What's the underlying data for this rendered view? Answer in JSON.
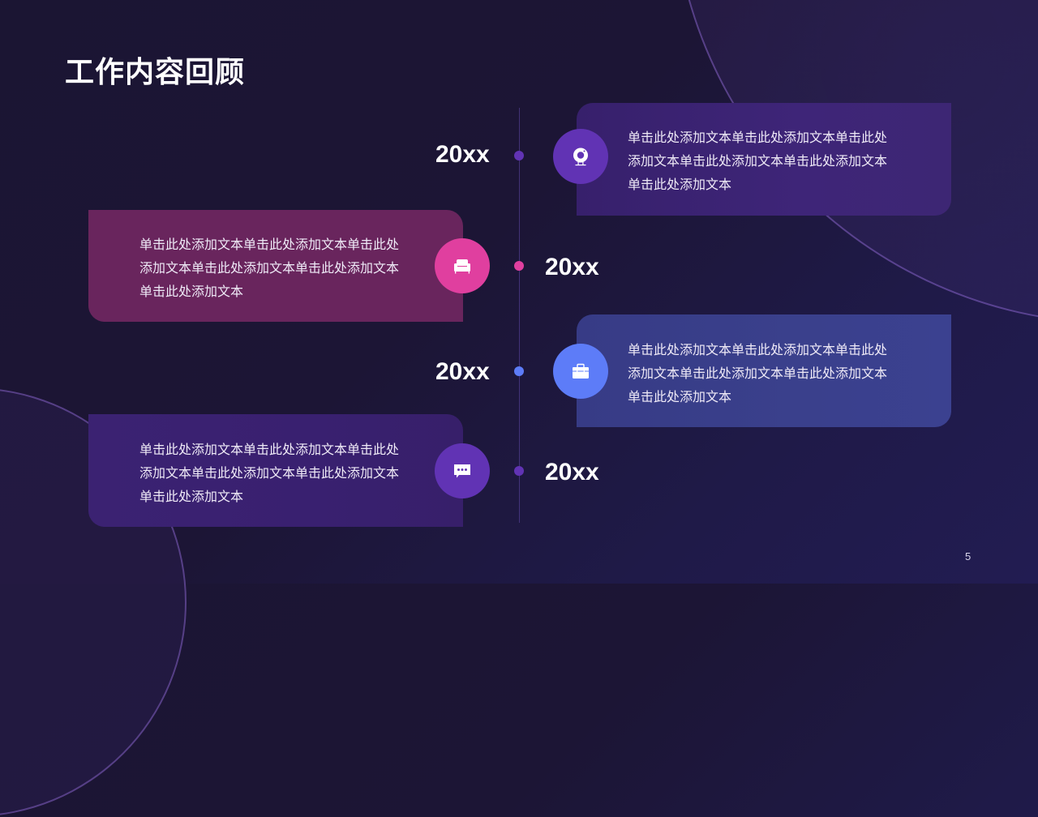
{
  "slide": {
    "title": "工作内容回顾",
    "page_number": "5"
  },
  "colors": {
    "background": "#1b1533",
    "timeline_line": "#3d2f78",
    "purple": "#6133b4",
    "pink": "#e03f9f",
    "blue": "#5d7cf8",
    "card_purple": "#3c2474",
    "card_magenta": "#69255d",
    "card_blue": "#3a408c",
    "card_violet": "#3a2170"
  },
  "timeline": [
    {
      "year": "20xx",
      "side": "right",
      "icon": "webcam-icon",
      "text": "单击此处添加文本单击此处添加文本单击此处添加文本单击此处添加文本单击此处添加文本单击此处添加文本"
    },
    {
      "year": "20xx",
      "side": "left",
      "icon": "sofa-icon",
      "text": "单击此处添加文本单击此处添加文本单击此处添加文本单击此处添加文本单击此处添加文本单击此处添加文本"
    },
    {
      "year": "20xx",
      "side": "right",
      "icon": "toolbox-icon",
      "text": "单击此处添加文本单击此处添加文本单击此处添加文本单击此处添加文本单击此处添加文本单击此处添加文本"
    },
    {
      "year": "20xx",
      "side": "left",
      "icon": "chat-bubble-icon",
      "text": "单击此处添加文本单击此处添加文本单击此处添加文本单击此处添加文本单击此处添加文本单击此处添加文本"
    }
  ]
}
